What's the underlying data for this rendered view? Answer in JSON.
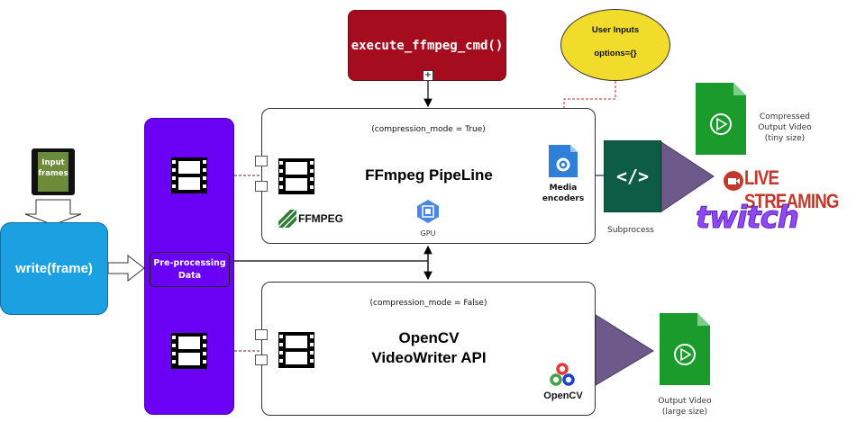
{
  "command": {
    "label": "execute_ffmpeg_cmd()",
    "plus": "+"
  },
  "user_inputs": {
    "line1": "User Inputs",
    "line2": "options={}"
  },
  "input_frames": {
    "line1": "Input",
    "line2": "frames"
  },
  "write_frame": "write(frame)",
  "preprocessing": {
    "line1": "Pre-processing",
    "line2": "Data"
  },
  "ffmpeg": {
    "mode": "(compression_mode = True)",
    "title": "FFmpeg PipeLine",
    "logo_text": "FFMPEG",
    "gpu": "GPU",
    "media_encoders": {
      "line1": "Media",
      "line2": "encoders"
    }
  },
  "opencv": {
    "mode": "(compression_mode = False)",
    "title_line1": "OpenCV",
    "title_line2": "VideoWriter API",
    "logo_text": "OpenCV"
  },
  "subprocess": {
    "label": "Subprocess",
    "icon": "</>"
  },
  "compressed_output": {
    "line1": "Compressed",
    "line2": "Output Video",
    "line3": "(tiny size)"
  },
  "live_streaming": "LIVE STREAMING",
  "twitch": "twitch",
  "output_video": {
    "line1": "Output Video",
    "line2": "(large size)"
  },
  "colors": {
    "command_red": "#a50d1f",
    "user_yellow": "#f1dc2b",
    "processing_purple": "#6a00f4",
    "write_blue": "#1ba1e2",
    "subprocess_green": "#0e5c46",
    "funnel_purple": "#6e5a8a",
    "doc_green": "#1a9b2b",
    "live_red": "#c0392b",
    "twitch_purple": "#9146ff"
  }
}
